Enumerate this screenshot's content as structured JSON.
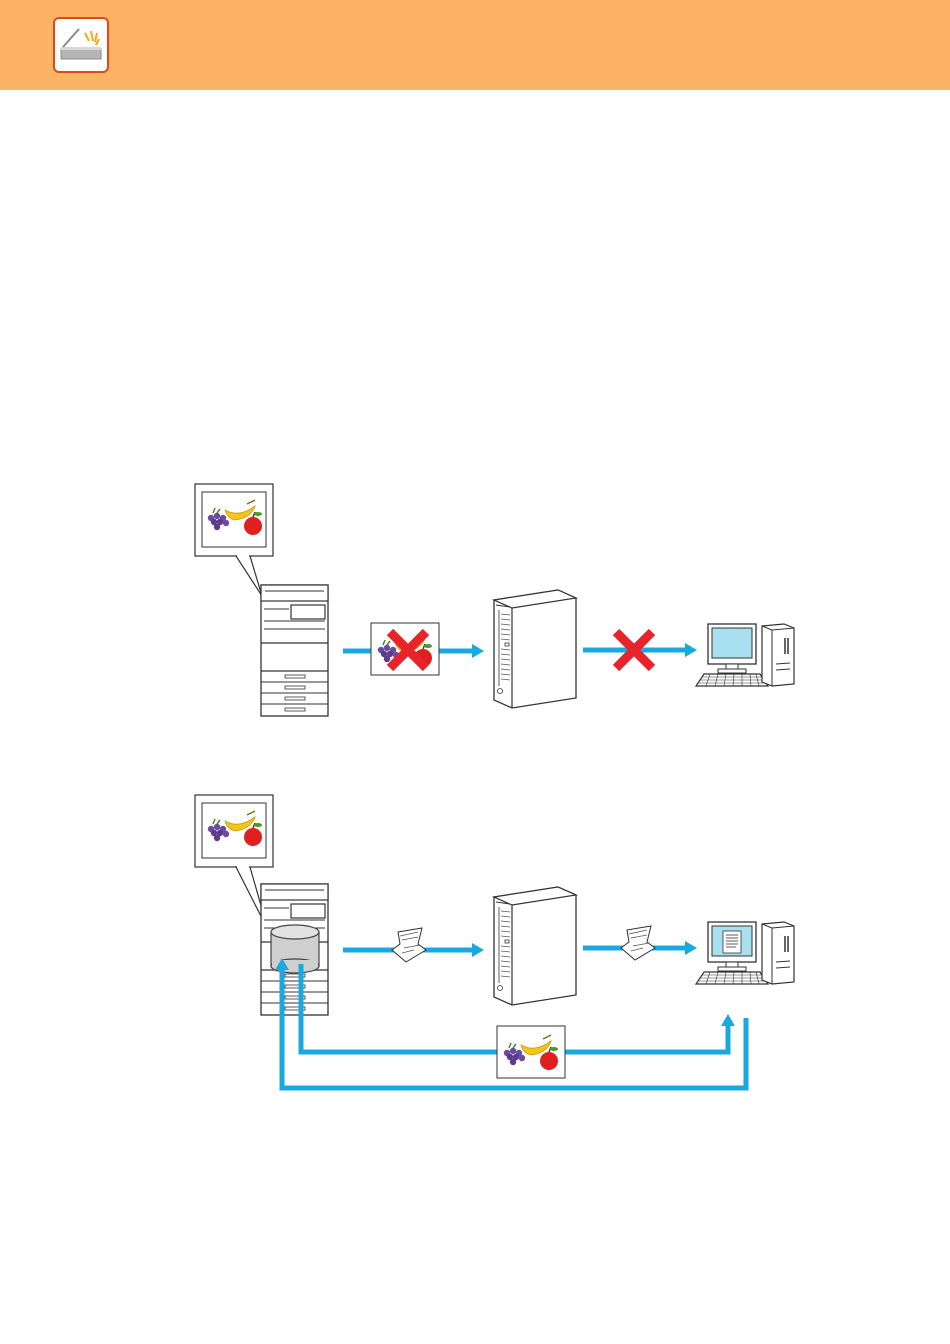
{
  "header": {
    "icon": "scanner-icon",
    "background_color": "#fdb366",
    "icon_border_color": "#e04a1a"
  },
  "colors": {
    "flow_arrow": "#19a9e1",
    "blocked_mark": "#e8232a",
    "monitor_screen": "#a9e0ef"
  },
  "diagrams": [
    {
      "id": "blocked-flow",
      "icons": [
        "image-balloon-icon",
        "mfp-icon",
        "image-thumbnail-icon",
        "server-icon",
        "computer-icon"
      ],
      "blocked_links": 2
    },
    {
      "id": "stored-flow",
      "icons": [
        "image-balloon-icon",
        "mfp-icon",
        "storage-drum-icon",
        "notification-document-icon",
        "server-icon",
        "computer-icon",
        "image-thumbnail-icon"
      ]
    }
  ]
}
